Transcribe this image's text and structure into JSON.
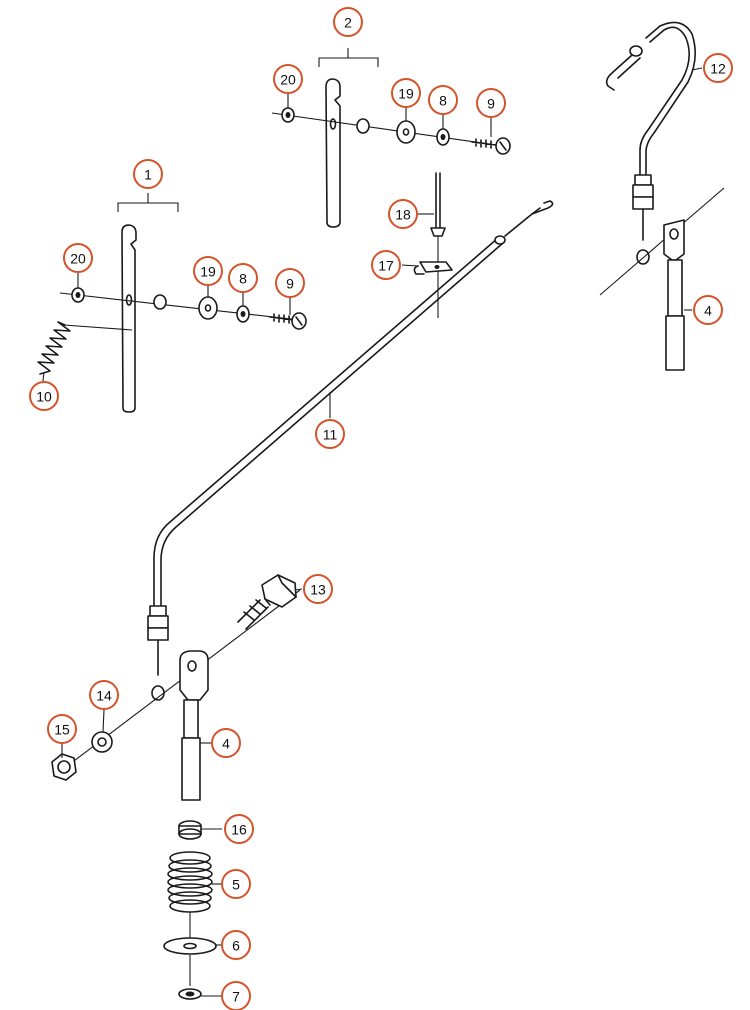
{
  "colors": {
    "callout": "#d4532a",
    "ink": "#1a1a1a"
  },
  "parts": [
    {
      "id": "p1",
      "label": "1"
    },
    {
      "id": "p2",
      "label": "2"
    },
    {
      "id": "p4a",
      "label": "4"
    },
    {
      "id": "p4b",
      "label": "4"
    },
    {
      "id": "p5",
      "label": "5"
    },
    {
      "id": "p6",
      "label": "6"
    },
    {
      "id": "p7",
      "label": "7"
    },
    {
      "id": "p8a",
      "label": "8"
    },
    {
      "id": "p8b",
      "label": "8"
    },
    {
      "id": "p9a",
      "label": "9"
    },
    {
      "id": "p9b",
      "label": "9"
    },
    {
      "id": "p10",
      "label": "10"
    },
    {
      "id": "p11",
      "label": "11"
    },
    {
      "id": "p12",
      "label": "12"
    },
    {
      "id": "p13",
      "label": "13"
    },
    {
      "id": "p14",
      "label": "14"
    },
    {
      "id": "p15",
      "label": "15"
    },
    {
      "id": "p16",
      "label": "16"
    },
    {
      "id": "p17",
      "label": "17"
    },
    {
      "id": "p18",
      "label": "18"
    },
    {
      "id": "p19a",
      "label": "19"
    },
    {
      "id": "p19b",
      "label": "19"
    },
    {
      "id": "p20a",
      "label": "20"
    },
    {
      "id": "p20b",
      "label": "20"
    }
  ]
}
